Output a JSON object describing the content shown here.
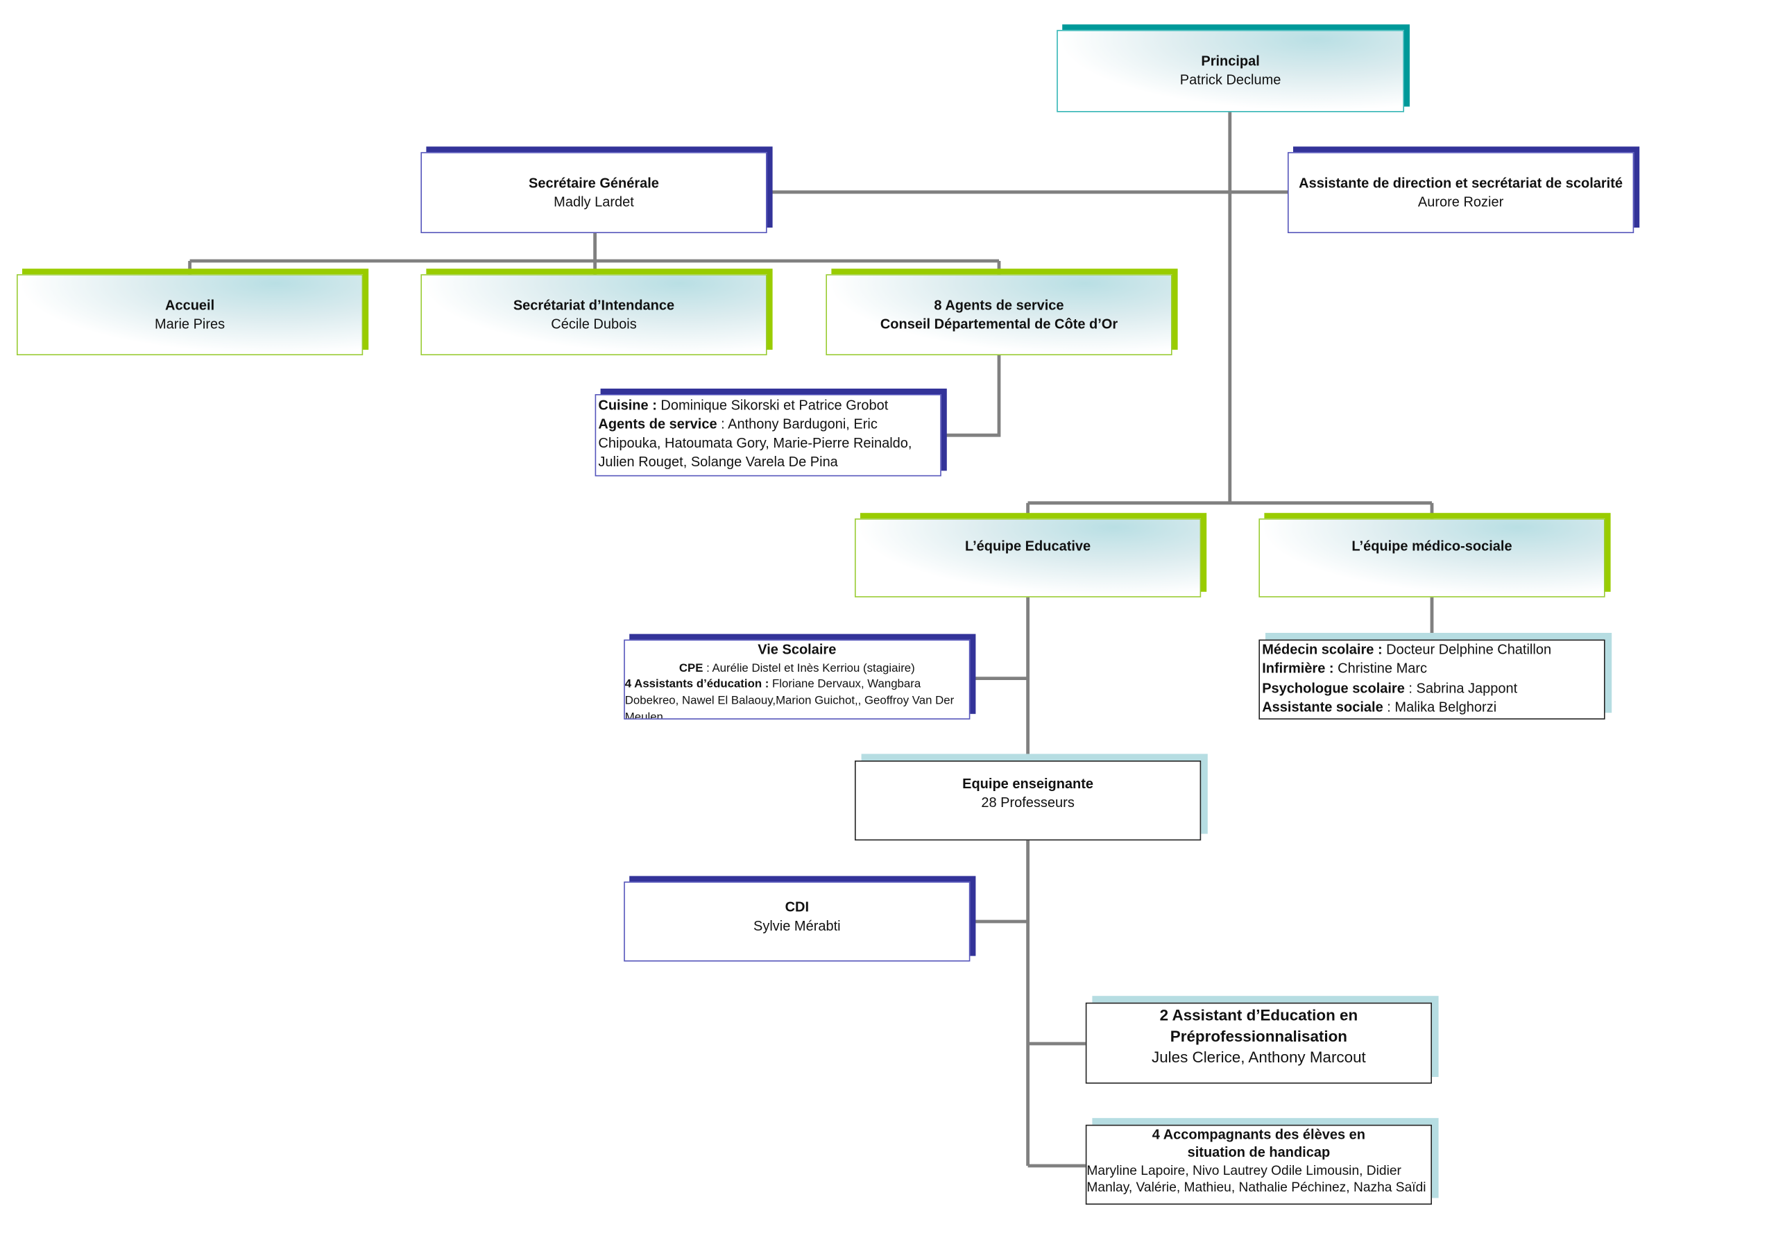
{
  "principal": {
    "title": "Principal",
    "name": "Patrick Declume"
  },
  "secretaire": {
    "title": "Secrétaire Générale",
    "name": "Madly Lardet"
  },
  "assistante": {
    "title": "Assistante de direction et secrétariat de scolarité",
    "name": "Aurore Rozier"
  },
  "accueil": {
    "title": "Accueil",
    "name": "Marie Pires"
  },
  "intendance": {
    "title": "Secrétariat d’Intendance",
    "name": "Cécile Dubois"
  },
  "agents": {
    "title": "8 Agents de service",
    "subtitle": "Conseil Départemental de Côte d’Or"
  },
  "cuisine": {
    "cuisine_label": "Cuisine :",
    "cuisine_names": " Dominique Sikorski et Patrice Grobot",
    "agents_label": "Agents de service",
    "agents_names": " :  Anthony Bardugoni, Eric Chipouka, Hatoumata Gory, Marie-Pierre Reinaldo, Julien Rouget, Solange Varela De Pina"
  },
  "educative": {
    "title": "L’équipe Educative"
  },
  "medico": {
    "title": "L’équipe médico-sociale"
  },
  "vie_scolaire": {
    "title": "Vie Scolaire",
    "cpe_label": "CPE",
    "cpe_names": " : Aurélie Distel  et Inès Kerriou (stagiaire)",
    "aed_label": "4 Assistants d’éducation :",
    "aed_names": " Floriane Dervaux, Wangbara Dobekreo, Nawel El Balaouy,Marion Guichot,, Geoffroy Van Der Meulen"
  },
  "medico_detail": [
    {
      "label": "Médecin scolaire :",
      "value": " Docteur Delphine Chatillon"
    },
    {
      "label": "Infirmière :",
      "value": " Christine Marc"
    },
    {
      "label": "Psychologue scolaire",
      "value": " : Sabrina Jappont"
    },
    {
      "label": "Assistante sociale",
      "value": " : Malika Belghorzi"
    }
  ],
  "enseignante": {
    "title": "Equipe enseignante",
    "name": "28 Professeurs"
  },
  "cdi": {
    "title": "CDI",
    "name": "Sylvie  Mérabti"
  },
  "aed_prepro": {
    "title": "2 Assistant d’Education en Préprofessionnalisation",
    "names": "Jules Clerice, Anthony Marcout"
  },
  "aesh": {
    "title": "4 Accompagnants des élèves en situation de handicap",
    "names": "Maryline Lapoire, Nivo Lautrey Odile Limousin, Didier Manlay, Valérie, Mathieu, Nathalie Péchinez, Nazha Saïdi"
  }
}
